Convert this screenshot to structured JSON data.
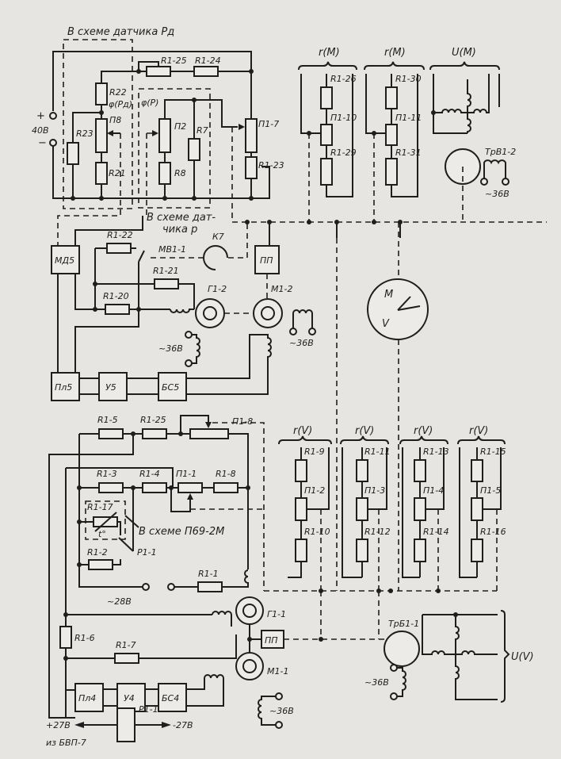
{
  "labels": {
    "sensor_pd": "В схеме датчика Рд",
    "sensor_p_1": "В схеме дат-",
    "sensor_p_2": "чика р",
    "plus": "+",
    "minus": "−",
    "v40": "40В",
    "r1_25a": "R1-25",
    "r1_24": "R1-24",
    "r22": "R22",
    "r23": "R23",
    "r21": "R21",
    "phi_pd": "φ(Рд)",
    "phi_p": "φ(Р)",
    "p8": "П8",
    "p2": "П2",
    "r7": "R7",
    "r8": "R8",
    "p1_7": "П1-7",
    "r1_23": "R1-23",
    "rm1": "r(M)",
    "rm2": "r(M)",
    "um": "U(M)",
    "r1_26": "R1-26",
    "p1_10": "П1-10",
    "r1_29": "R1-29",
    "r1_30": "R1-30",
    "p1_11": "П1-11",
    "r1_31": "R1-31",
    "trv1_2": "ТрВ1-2",
    "v36_a": "~36В",
    "md5": "МД5",
    "r1_22": "R1-22",
    "mv1_1": "МВ1-1",
    "k7": "К7",
    "pp_a": "ПП",
    "r1_21": "R1-21",
    "r1_20": "R1-20",
    "g1_2": "Г1-2",
    "m1_2": "М1-2",
    "v36_b": "~36В",
    "v36_c": "~36В",
    "pl5": "Пл5",
    "u5": "У5",
    "bs5": "БС5",
    "meter_m": "М",
    "meter_v": "V",
    "r1_5": "R1-5",
    "r1_25b": "R1-25",
    "p1_8": "П1-8",
    "r1_3": "R1-3",
    "r1_4": "R1-4",
    "p1_1": "П1-1",
    "r1_8": "R1-8",
    "r1_17": "R1-17",
    "t_deg": "t°",
    "p69": "В схеме П69-2М",
    "p1_1_relay": "Р1-1",
    "r1_2": "R1-2",
    "r1_1": "R1-1",
    "v28": "~28В",
    "rv1": "r(V)",
    "rv2": "r(V)",
    "rv3": "r(V)",
    "rv4": "r(V)",
    "r1_9": "R1-9",
    "p1_2": "П1-2",
    "r1_10": "R1-10",
    "r1_11": "R1-11",
    "p1_3": "П1-3",
    "r1_12": "R1-12",
    "r1_13": "R1-13",
    "p1_4": "П1-4",
    "r1_14": "R1-14",
    "r1_15": "R1-15",
    "p1_5": "П1-5",
    "r1_16": "R1-16",
    "r1_6": "R1-6",
    "r1_7": "R1-7",
    "g1_1": "Г1-1",
    "pp_b": "ПП",
    "m1_1": "М1-1",
    "trb1_1": "ТрБ1-1",
    "uv": "U(V)",
    "v36_d": "~36В",
    "v36_e": "~36В",
    "pl4": "Пл4",
    "u4": "У4",
    "bs4": "БС4",
    "relay_p1_1": "Р1-1",
    "plus27": "+27В",
    "minus27": "-27В",
    "from_bvp": "из БВП-7"
  }
}
